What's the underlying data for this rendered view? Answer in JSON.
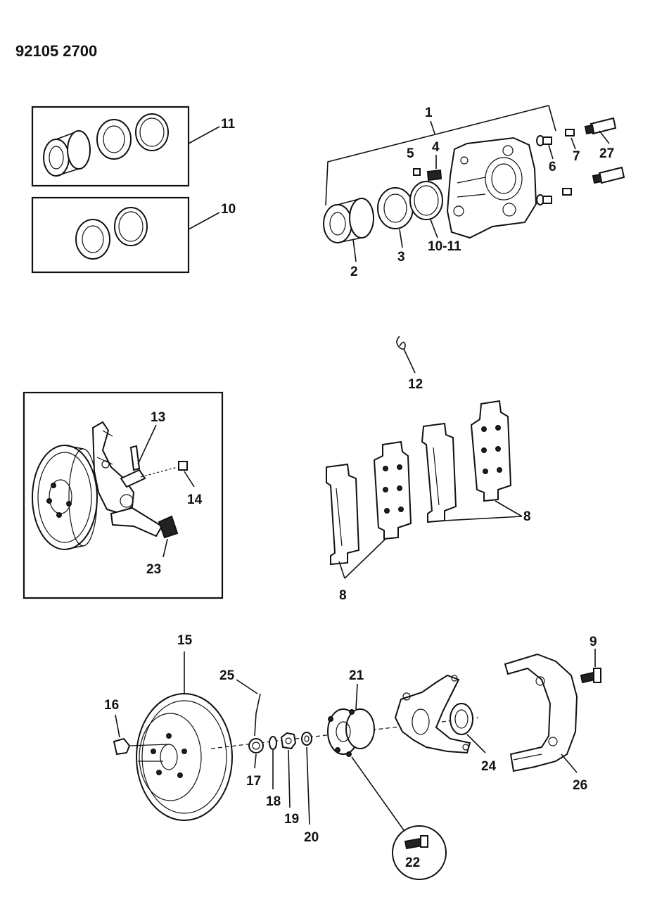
{
  "document_number": "92105 2700",
  "callouts": [
    {
      "id": "1",
      "text": "1"
    },
    {
      "id": "2",
      "text": "2"
    },
    {
      "id": "3",
      "text": "3"
    },
    {
      "id": "4",
      "text": "4"
    },
    {
      "id": "5",
      "text": "5"
    },
    {
      "id": "6",
      "text": "6"
    },
    {
      "id": "7",
      "text": "7"
    },
    {
      "id": "8a",
      "text": "8"
    },
    {
      "id": "8b",
      "text": "8"
    },
    {
      "id": "9",
      "text": "9"
    },
    {
      "id": "10",
      "text": "10"
    },
    {
      "id": "10-11",
      "text": "10-11"
    },
    {
      "id": "11",
      "text": "11"
    },
    {
      "id": "12",
      "text": "12"
    },
    {
      "id": "13",
      "text": "13"
    },
    {
      "id": "14",
      "text": "14"
    },
    {
      "id": "15",
      "text": "15"
    },
    {
      "id": "16",
      "text": "16"
    },
    {
      "id": "17",
      "text": "17"
    },
    {
      "id": "18",
      "text": "18"
    },
    {
      "id": "19",
      "text": "19"
    },
    {
      "id": "20",
      "text": "20"
    },
    {
      "id": "21",
      "text": "21"
    },
    {
      "id": "22",
      "text": "22"
    },
    {
      "id": "23",
      "text": "23"
    },
    {
      "id": "24",
      "text": "24"
    },
    {
      "id": "25",
      "text": "25"
    },
    {
      "id": "26",
      "text": "26"
    },
    {
      "id": "27",
      "text": "27"
    }
  ]
}
